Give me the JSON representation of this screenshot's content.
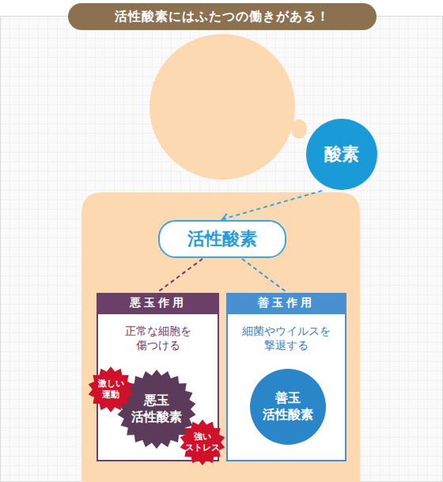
{
  "diagram": {
    "title": "活性酸素にはふたつの働きがある！",
    "nodes": [
      {
        "text": [
          "酸素"
        ]
      },
      {
        "text": [
          "活性酸素"
        ]
      },
      {
        "text": [
          "悪玉作用",
          "正常な細胞を 傷つける"
        ]
      },
      {
        "text": [
          "悪玉 活性酸素"
        ],
        "in": 2
      },
      {
        "text": [
          "激しい 運動"
        ],
        "in": 2
      },
      {
        "text": [
          "強い ストレス"
        ],
        "in": 2
      },
      {
        "text": [
          "善玉作用",
          "細菌やウイルスを 撃退する"
        ]
      },
      {
        "text": [
          "善玉 活性酸素"
        ],
        "in": 6
      }
    ],
    "edges": [
      {
        "from": 0,
        "to": 1,
        "arrow": "to"
      },
      {
        "from": 1,
        "to": 2,
        "arrow": "none"
      },
      {
        "from": 1,
        "to": 6,
        "arrow": "none"
      }
    ]
  }
}
